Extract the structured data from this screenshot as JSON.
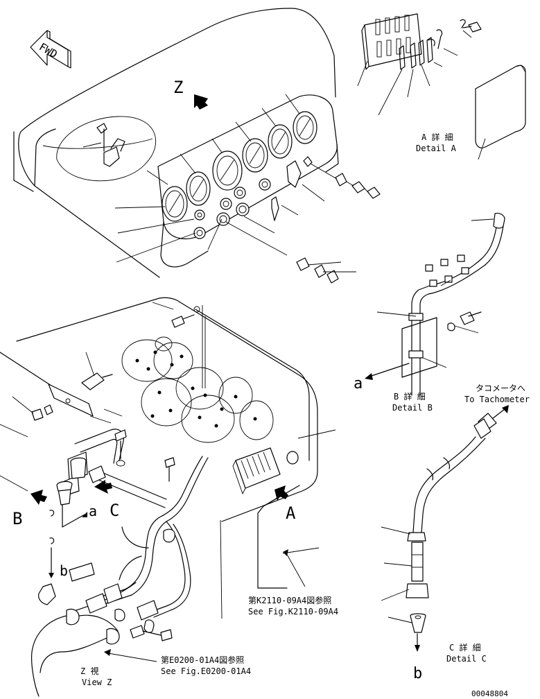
{
  "fwd_arrow_label": "FWD",
  "view_letters": {
    "z": "Z",
    "a_callout": "A",
    "b_callout": "B",
    "c_callout": "C",
    "a_lower": "a",
    "a_detail_b": "a",
    "b_lower": "b",
    "b_detail_c": "b"
  },
  "detail_a": {
    "jp": "A 詳 細",
    "en": "Detail A"
  },
  "detail_b": {
    "jp": "B 詳 細",
    "en": "Detail B"
  },
  "detail_c": {
    "jp": "C 詳 細",
    "en": "Detail C"
  },
  "tachometer": {
    "jp": "タコメータへ",
    "en": "To Tachometer"
  },
  "ref_k2110": {
    "jp": "第K2110-09A4図参照",
    "en": "See Fig.K2110-09A4"
  },
  "ref_e0200": {
    "jp": "第E0200-01A4図参照",
    "en": "See Fig.E0200-01A4"
  },
  "view_z": {
    "jp": "Z    視",
    "en": "View Z"
  },
  "drawing_number": "00048804"
}
